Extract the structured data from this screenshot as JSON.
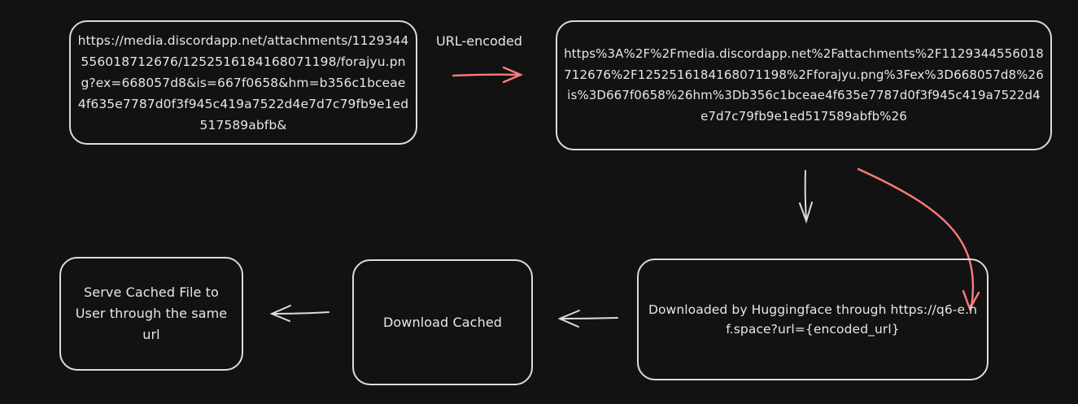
{
  "diagram": {
    "nodes": {
      "original_url": "https://media.discordapp.net/attachments/1129344556018712676/1252516184168071198/forajyu.png?ex=668057d8&is=667f0658&hm=b356c1bceae4f635e7787d0f3f945c419a7522d4e7d7c79fb9e1ed517589abfb&",
      "encoded_url": "https%3A%2F%2Fmedia.discordapp.net%2Fattachments%2F1129344556018712676%2F1252516184168071198%2Fforajyu.png%3Fex%3D668057d8%26is%3D667f0658%26hm%3Db356c1bceae4f635e7787d0f3f945c419a7522d4e7d7c79fb9e1ed517589abfb%26",
      "downloaded_by_hf": "Downloaded by Huggingface through https://q6-e.hf.space?url={encoded_url}",
      "download_cached": "Download Cached",
      "serve_cached": "Serve Cached File to User through the same url"
    },
    "edge_label": "URL-encoded",
    "colors": {
      "background": "#121212",
      "stroke": "#dcdcdc",
      "highlight_arrow": "#ff7b7b",
      "text": "#e7e7e7"
    }
  }
}
